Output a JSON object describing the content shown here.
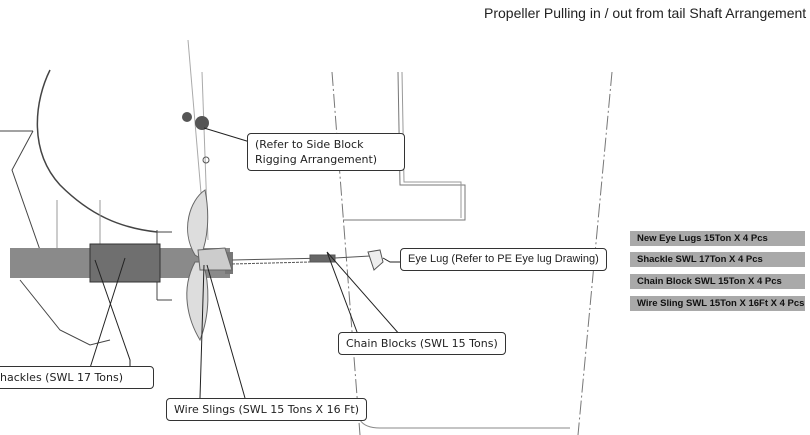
{
  "title": "Propeller Pulling in / out from tail Shaft Arrangement",
  "callouts": {
    "side_block": "(Refer to Side Block Rigging Arrangement)",
    "eye_lug": "Eye Lug (Refer to PE Eye lug Drawing)",
    "chain_blocks": "Chain Blocks (SWL 15 Tons)",
    "shackles": "hackles (SWL 17 Tons)",
    "wire_slings": "Wire Slings (SWL 15 Tons X 16 Ft)"
  },
  "legend": [
    "New Eye Lugs 15Ton X 4 Pcs",
    "Shackle SWL 17Ton X 4 Pcs",
    "Chain Block SWL 15Ton X 4 Pcs",
    "Wire Sling SWL 15Ton X 16Ft X 4 Pcs"
  ],
  "colors": {
    "legend_bg": "#a9a9a9",
    "shaft": "#8a8a8a"
  }
}
